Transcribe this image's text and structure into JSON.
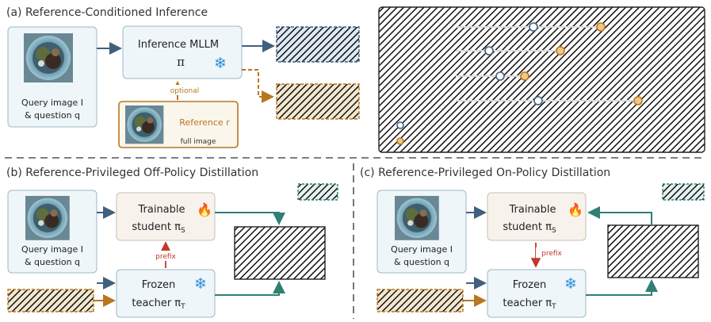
{
  "panel_a": {
    "title": "(a) Reference-Conditioned Inference",
    "query_label_1": "Query image I",
    "query_label_2": "& question q",
    "inference_box_1": "Inference MLLM",
    "inference_box_2": "π",
    "optional_label": "optional",
    "reference_label": "Reference r",
    "full_image_label": "full image"
  },
  "panel_b": {
    "title": "(b) Reference-Privileged Off-Policy Distillation",
    "query_label_1": "Query image I",
    "query_label_2": "& question q",
    "student_1": "Trainable",
    "student_2": "student π",
    "student_sub": "S",
    "teacher_1": "Frozen",
    "teacher_2": "teacher π",
    "teacher_sub": "T",
    "prefix_label": "prefix"
  },
  "panel_c": {
    "title": "(c) Reference-Privileged On-Policy Distillation",
    "query_label_1": "Query image I",
    "query_label_2": "& question q",
    "student_1": "Trainable",
    "student_2": "student π",
    "student_sub": "S",
    "teacher_1": "Frozen",
    "teacher_2": "teacher π",
    "teacher_sub": "T",
    "prefix_label": "prefix"
  },
  "icons": {
    "snowflake": "snowflake-icon",
    "flame": "flame-icon"
  },
  "colors": {
    "blue_arrow": "#41607e",
    "orange": "#b8771e",
    "teal": "#2f7f73",
    "red_prefix": "#c0392b",
    "box_fill": "#eef6fa",
    "student_fill": "#f7f3ec"
  }
}
